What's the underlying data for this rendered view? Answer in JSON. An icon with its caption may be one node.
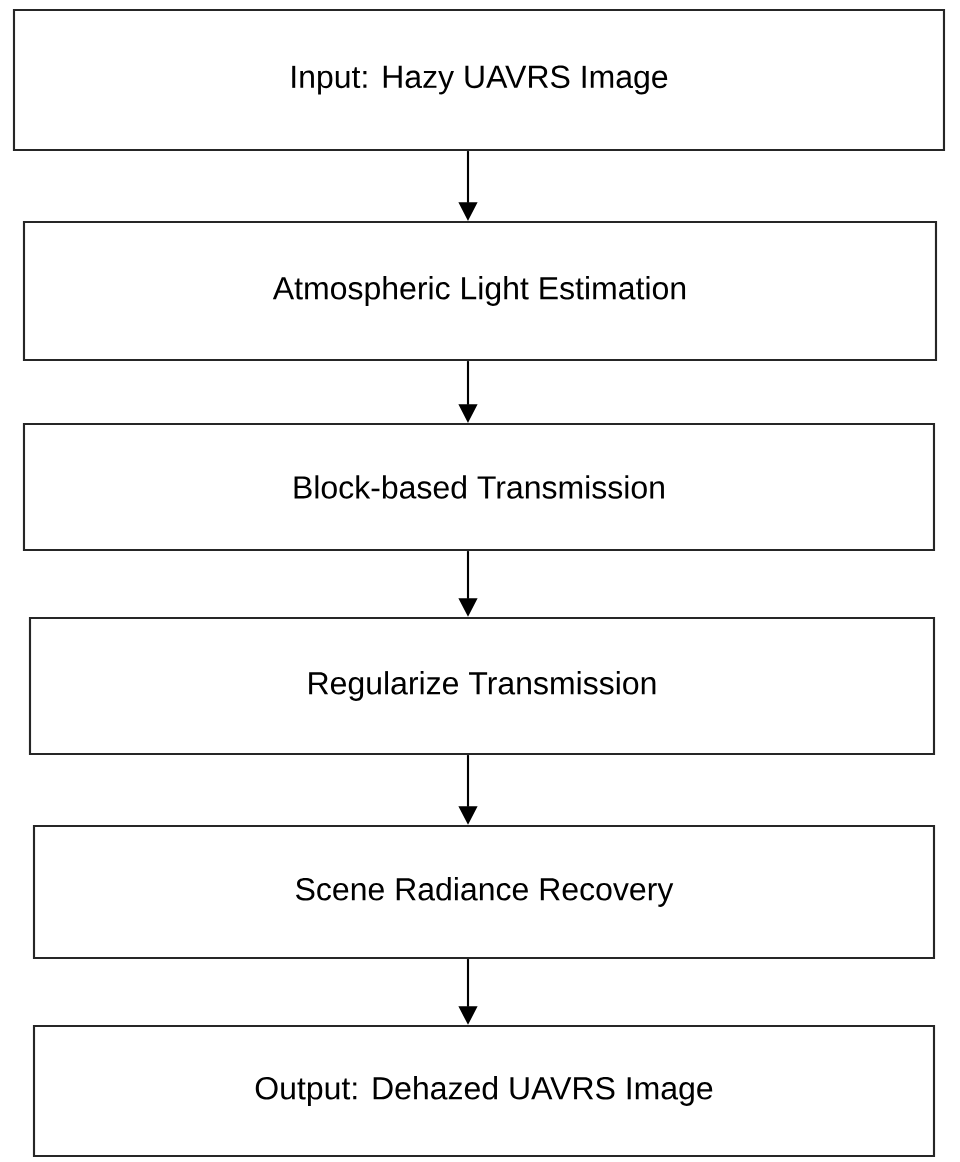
{
  "diagram": {
    "nodes": [
      {
        "text": [
          "Input: Hazy UAVRS Image"
        ]
      },
      {
        "text": [
          "Atmospheric Light Estimation"
        ]
      },
      {
        "text": [
          "Block-based Transmission"
        ]
      },
      {
        "text": [
          "Regularize Transmission"
        ]
      },
      {
        "text": [
          "Scene Radiance Recovery"
        ]
      },
      {
        "text": [
          "Output: Dehazed UAVRS Image"
        ]
      }
    ],
    "edges": [
      {
        "from": 0,
        "to": 1,
        "arrow": "to"
      },
      {
        "from": 1,
        "to": 2,
        "arrow": "to"
      },
      {
        "from": 2,
        "to": 3,
        "arrow": "to"
      },
      {
        "from": 3,
        "to": 4,
        "arrow": "to"
      },
      {
        "from": 4,
        "to": 5,
        "arrow": "to"
      }
    ]
  }
}
